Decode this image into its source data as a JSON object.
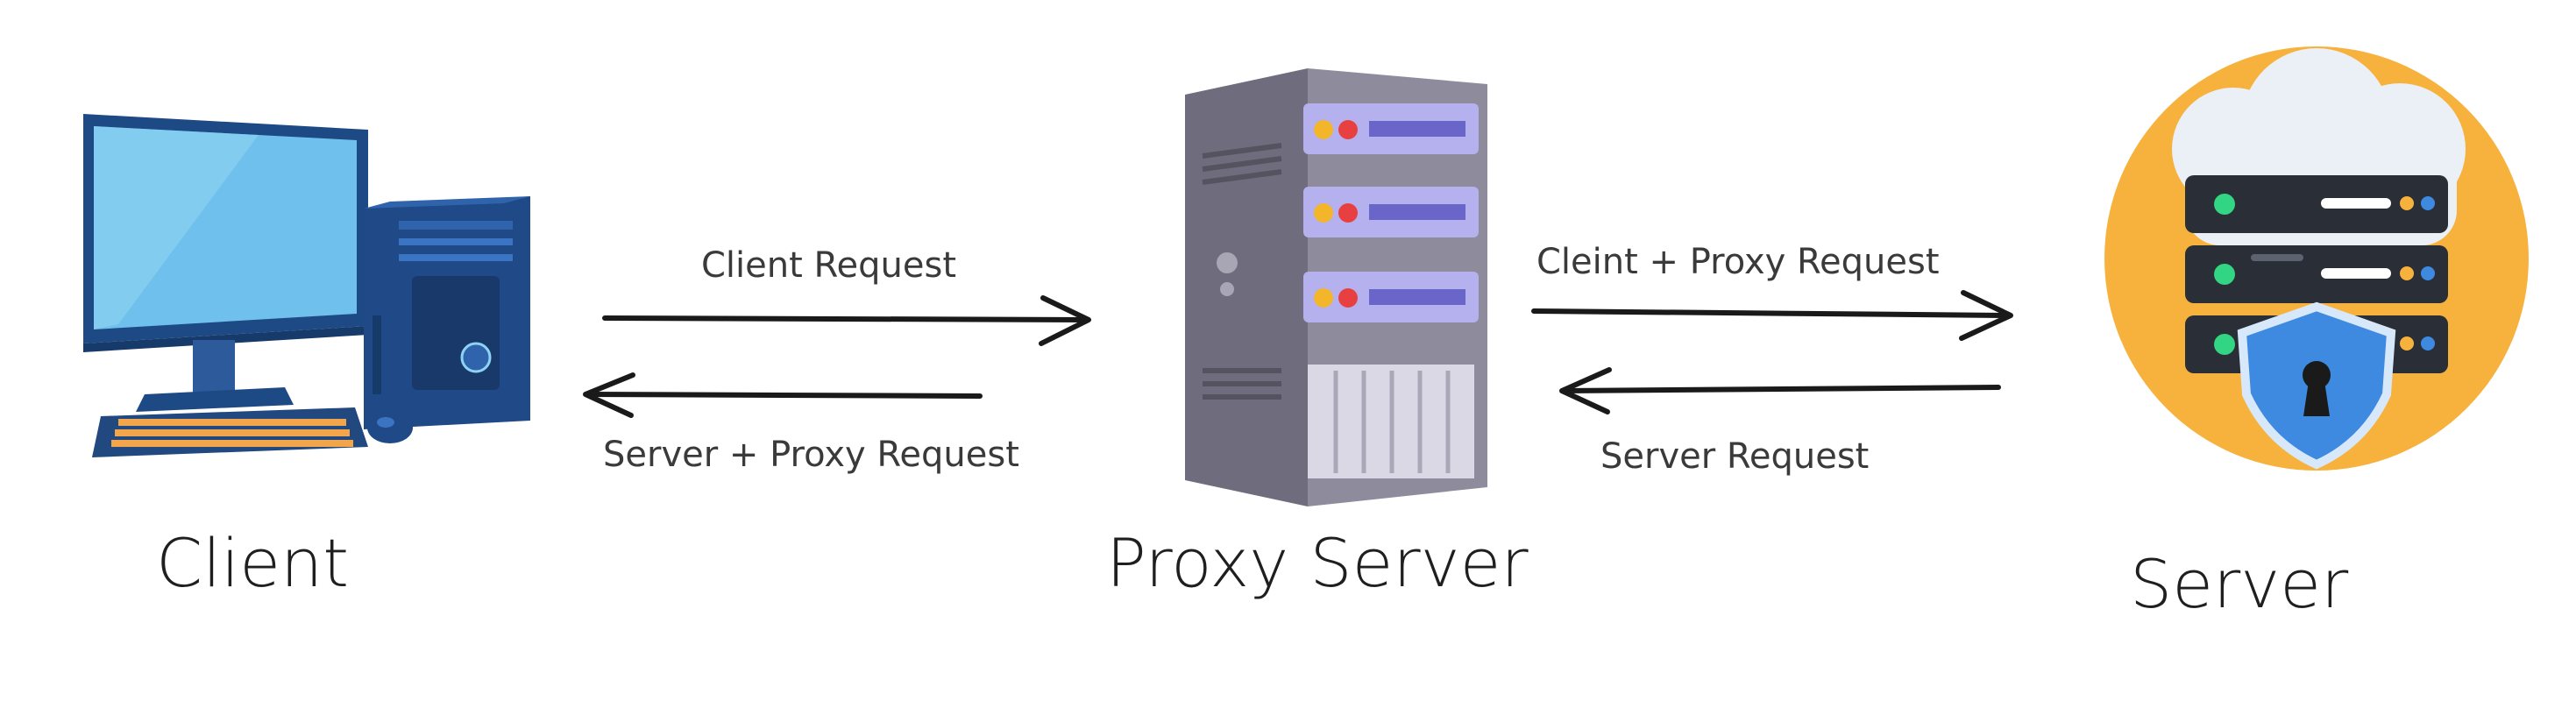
{
  "nodes": {
    "client": {
      "label": "Client",
      "icon": "desktop-computer-icon"
    },
    "proxy": {
      "label": "Proxy Server",
      "icon": "server-tower-icon"
    },
    "server": {
      "label": "Server",
      "icon": "secure-cloud-server-icon"
    }
  },
  "edges": {
    "client_request": "Client Request",
    "server_proxy_request": "Server + Proxy Request",
    "client_proxy_request": "Cleint + Proxy Request",
    "server_request": "Server Request"
  },
  "colors": {
    "monitor": "#1f4e8c",
    "screen": "#5fb3e8",
    "tower": "#6b6a7a",
    "slot": "#a9a6e6",
    "server_circle": "#f5b23b",
    "shield": "#3d8ae0",
    "arrow": "#1a1a1a"
  }
}
